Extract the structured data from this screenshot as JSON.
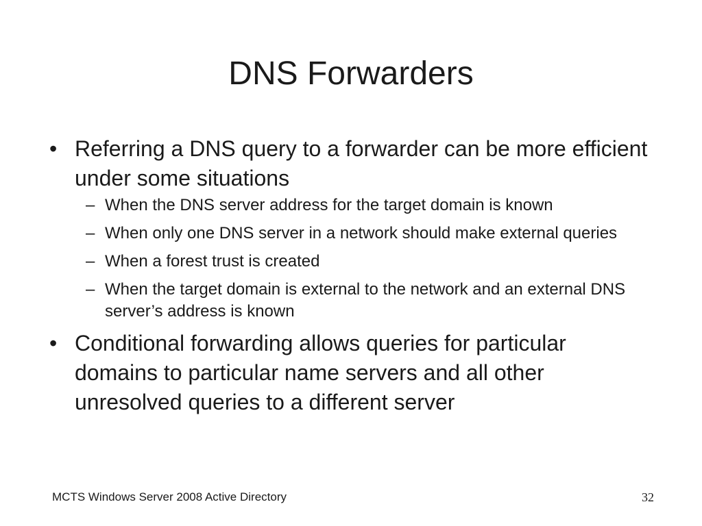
{
  "slide": {
    "title": "DNS Forwarders",
    "bullets": [
      {
        "marker": "•",
        "text": "Referring a DNS query to a forwarder can be more efficient under some situations",
        "subs": [
          {
            "marker": "–",
            "text": "When the DNS server address for the target domain is known"
          },
          {
            "marker": "–",
            "text": "When only one DNS server in a network should make external queries"
          },
          {
            "marker": "–",
            "text": "When a forest trust is created"
          },
          {
            "marker": "–",
            "text": "When the target domain is external to the network and an external DNS server’s address is known"
          }
        ]
      },
      {
        "marker": "•",
        "text": "Conditional forwarding allows queries for particular domains to particular name servers and all other unresolved queries to a different server"
      }
    ],
    "footer": {
      "course": "MCTS Windows Server 2008 Active Directory",
      "page_number": "32"
    }
  }
}
